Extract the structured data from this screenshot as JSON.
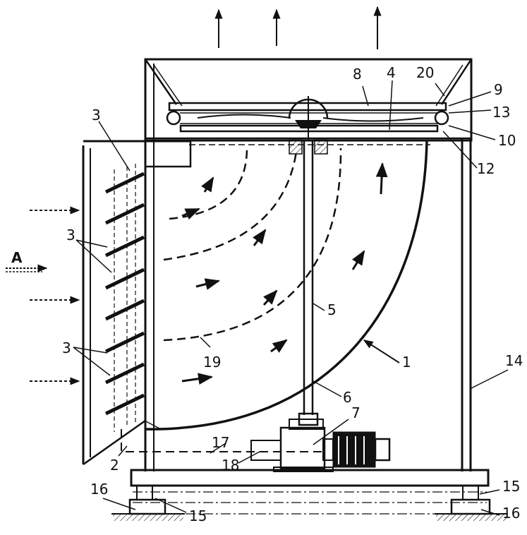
{
  "diagram": {
    "labels": {
      "l1": "1",
      "l2": "2",
      "l3a": "3",
      "l3b": "3",
      "l3c": "3",
      "l4": "4",
      "l5": "5",
      "l6": "6",
      "l7": "7",
      "l8": "8",
      "l9": "9",
      "l10": "10",
      "l12": "12",
      "l13": "13",
      "l14": "14",
      "l15a": "15",
      "l15b": "15",
      "l16a": "16",
      "l16b": "16",
      "l17": "17",
      "l18": "18",
      "l19": "19",
      "l20": "20",
      "lA": "A"
    },
    "colors": {
      "ink": "#111111",
      "background": "#ffffff"
    }
  }
}
